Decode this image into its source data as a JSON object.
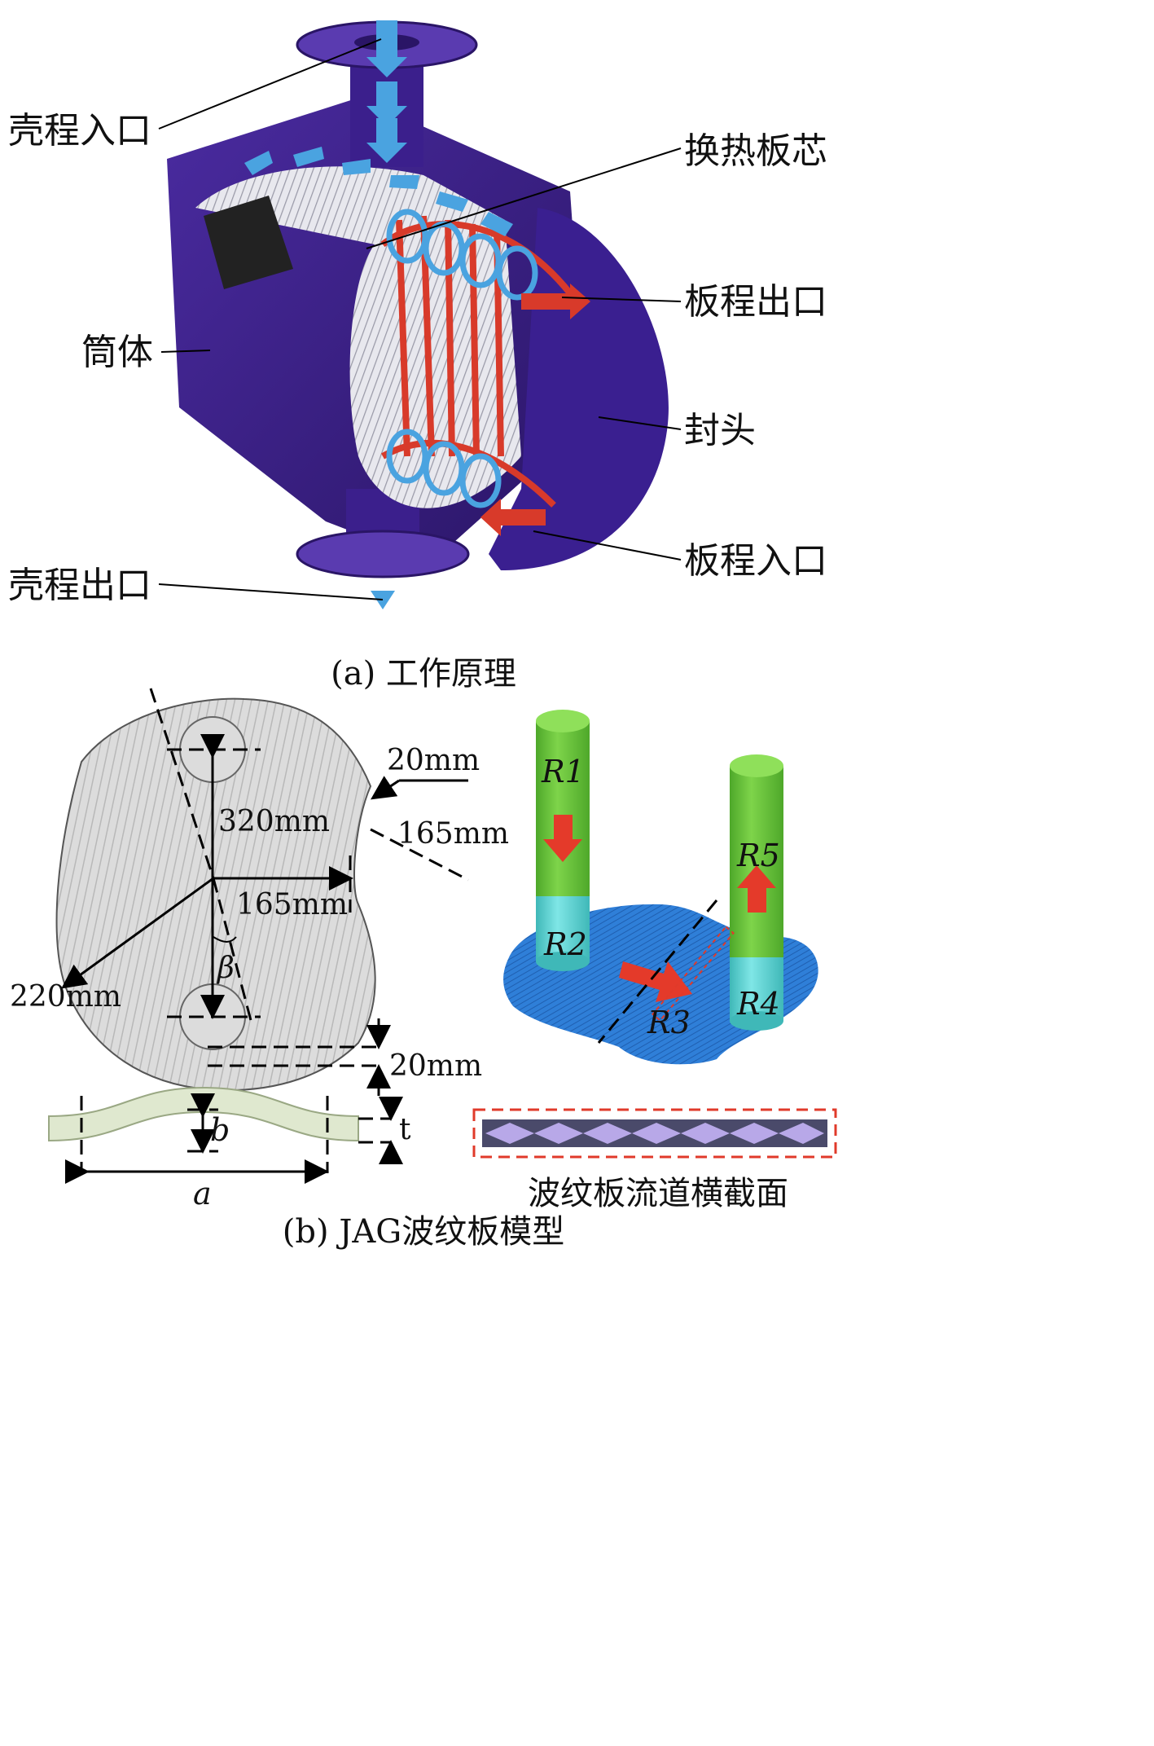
{
  "part_a": {
    "caption": "(a) 工作原理",
    "labels": {
      "shell_inlet": "壳程入口",
      "plate_core": "换热板芯",
      "plate_outlet": "板程出口",
      "cylinder": "筒体",
      "head": "封头",
      "plate_inlet": "板程入口",
      "shell_outlet": "壳程出口"
    },
    "colors": {
      "shell": "#3b1f8c",
      "shell_dark": "#2a1566",
      "shell_flow": "#4aa3e0",
      "plate_flow": "#d83a2a",
      "plate_copper": "#e08a6a"
    }
  },
  "part_b": {
    "caption": "(b) JAG波纹板模型",
    "dims": {
      "top_gap": "20mm",
      "port_distance": "320mm",
      "side_offset": "165mm",
      "half_width": "165mm",
      "radius": "220mm",
      "bottom_gap": "20mm",
      "angle": "β",
      "wave_length": "a",
      "wave_height": "b",
      "thickness": "t"
    },
    "regions": {
      "r1": "R1",
      "r2": "R2",
      "r3": "R3",
      "r4": "R4",
      "r5": "R5"
    },
    "cross_section_label": "波纹板流道横截面",
    "colors": {
      "plate_fill": "#d8d8d8",
      "column_green": "#6cc43c",
      "column_cyan": "#5fd0d0",
      "plate_blue": "#2f7fd8",
      "arrow_red": "#e43a2a",
      "wave_fill": "#dfe8cf",
      "box_red": "#e03a2a"
    }
  }
}
